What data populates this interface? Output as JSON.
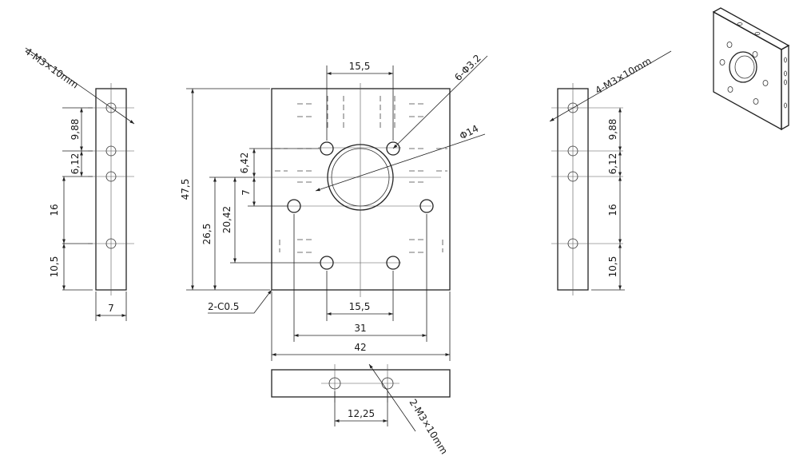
{
  "drawing": {
    "center_bore": "Φ14",
    "center_holes": "6-Φ3.2",
    "chamfer": "2-C0.5",
    "left_tapped": "4-M3×10mm",
    "right_tapped": "4-M3×10mm",
    "bottom_tapped": "2-M3×10mm"
  },
  "dims": {
    "plate_width": "42",
    "plate_height": "47,5",
    "hole_pitch_wide": "31",
    "hole_pitch_top": "15,5",
    "hole_pitch_bottom": "15,5",
    "v_26_5": "26,5",
    "v_20_42": "20,42",
    "v_7": "7",
    "v_6_42": "6,42",
    "side_9_88": "9,88",
    "side_6_12": "6,12",
    "side_16": "16",
    "side_10_5": "10,5",
    "side_thickness": "7",
    "bottom_12_25": "12,25"
  }
}
